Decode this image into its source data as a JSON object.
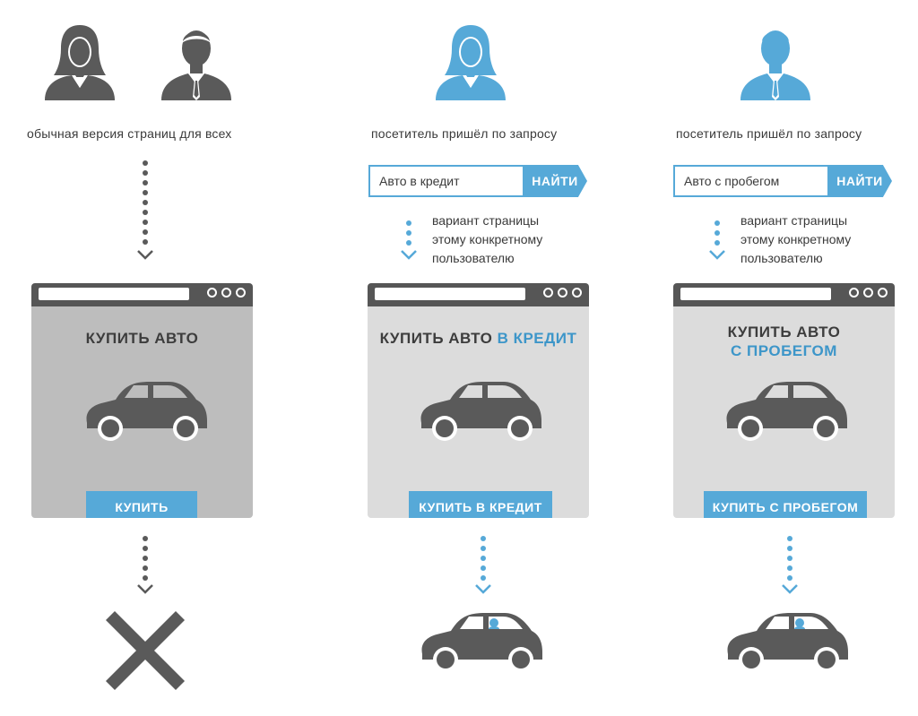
{
  "colors": {
    "accent": "#56a9d8",
    "accent_text": "#3d96c9",
    "dark": "#5a5a5a",
    "page_gray": "#bdbdbd",
    "page_light": "#dcdcdc"
  },
  "columns": [
    {
      "id": "default",
      "caption": "обычная версия страниц для всех",
      "page": {
        "headline_plain": "КУПИТЬ АВТО",
        "headline_accent": "",
        "button": "КУПИТЬ"
      },
      "result_icon": "cross-icon"
    },
    {
      "id": "credit",
      "caption": "посетитель пришёл по запросу",
      "search": {
        "query": "Авто в кредит",
        "button": "НАЙТИ"
      },
      "note": [
        "вариант страницы",
        "этому конкретному",
        "пользователю"
      ],
      "page": {
        "headline_plain": "КУПИТЬ АВТО",
        "headline_accent": "В КРЕДИТ",
        "button": "КУПИТЬ В КРЕДИТ"
      },
      "result_icon": "car-with-driver-icon"
    },
    {
      "id": "used",
      "caption": "посетитель пришёл по запросу",
      "search": {
        "query": "Авто с пробегом",
        "button": "НАЙТИ"
      },
      "note": [
        "вариант страницы",
        "этому конкретному",
        "пользователю"
      ],
      "page": {
        "headline_plain": "КУПИТЬ АВТО",
        "headline_accent": "С ПРОБЕГОМ",
        "button": "КУПИТЬ С ПРОБЕГОМ"
      },
      "result_icon": "car-with-driver-icon"
    }
  ]
}
